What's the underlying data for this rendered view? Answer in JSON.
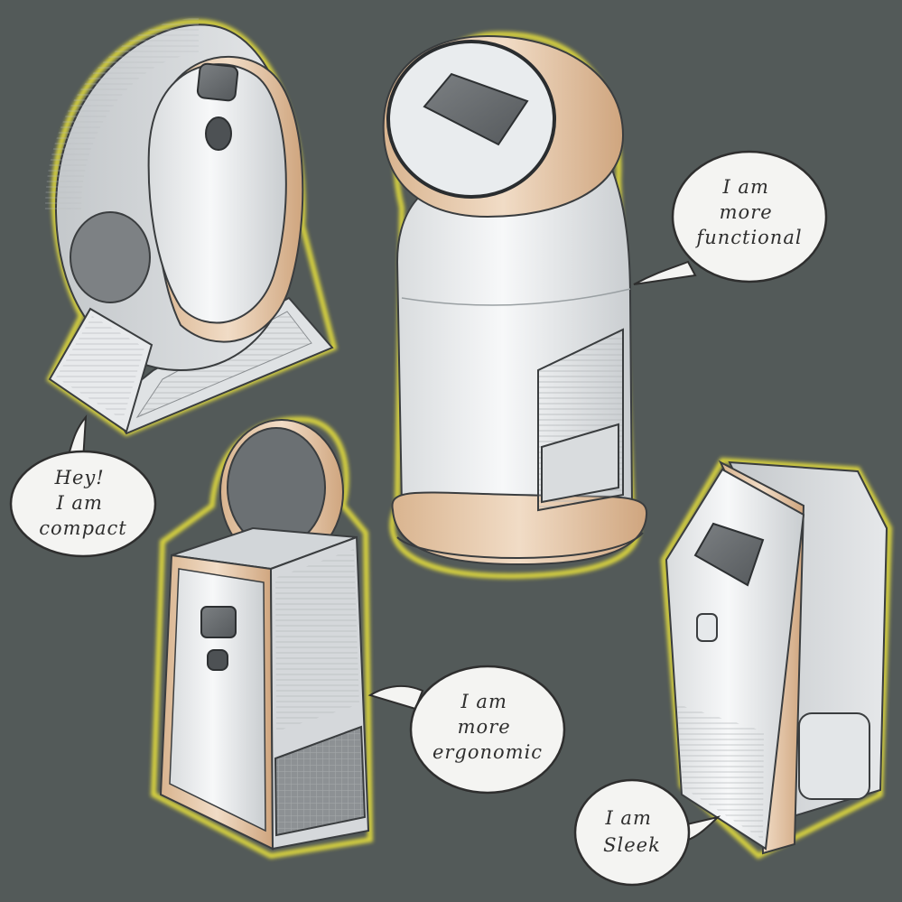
{
  "bubbles": {
    "compact": [
      "Hey!",
      "I am",
      "compact"
    ],
    "functional": [
      "I am",
      "more",
      "functional"
    ],
    "ergonomic": [
      "I am",
      "more",
      "ergonomic"
    ],
    "sleek": [
      "I am",
      "Sleek"
    ]
  },
  "colors": {
    "background": "#535a59",
    "outline_glow": "#f2ea3b",
    "body_white": "#eef0f1",
    "accent_copper": "#e3c3a1",
    "screen_grey": "#6b6f72",
    "bubble_fill": "#f4f4f2"
  }
}
